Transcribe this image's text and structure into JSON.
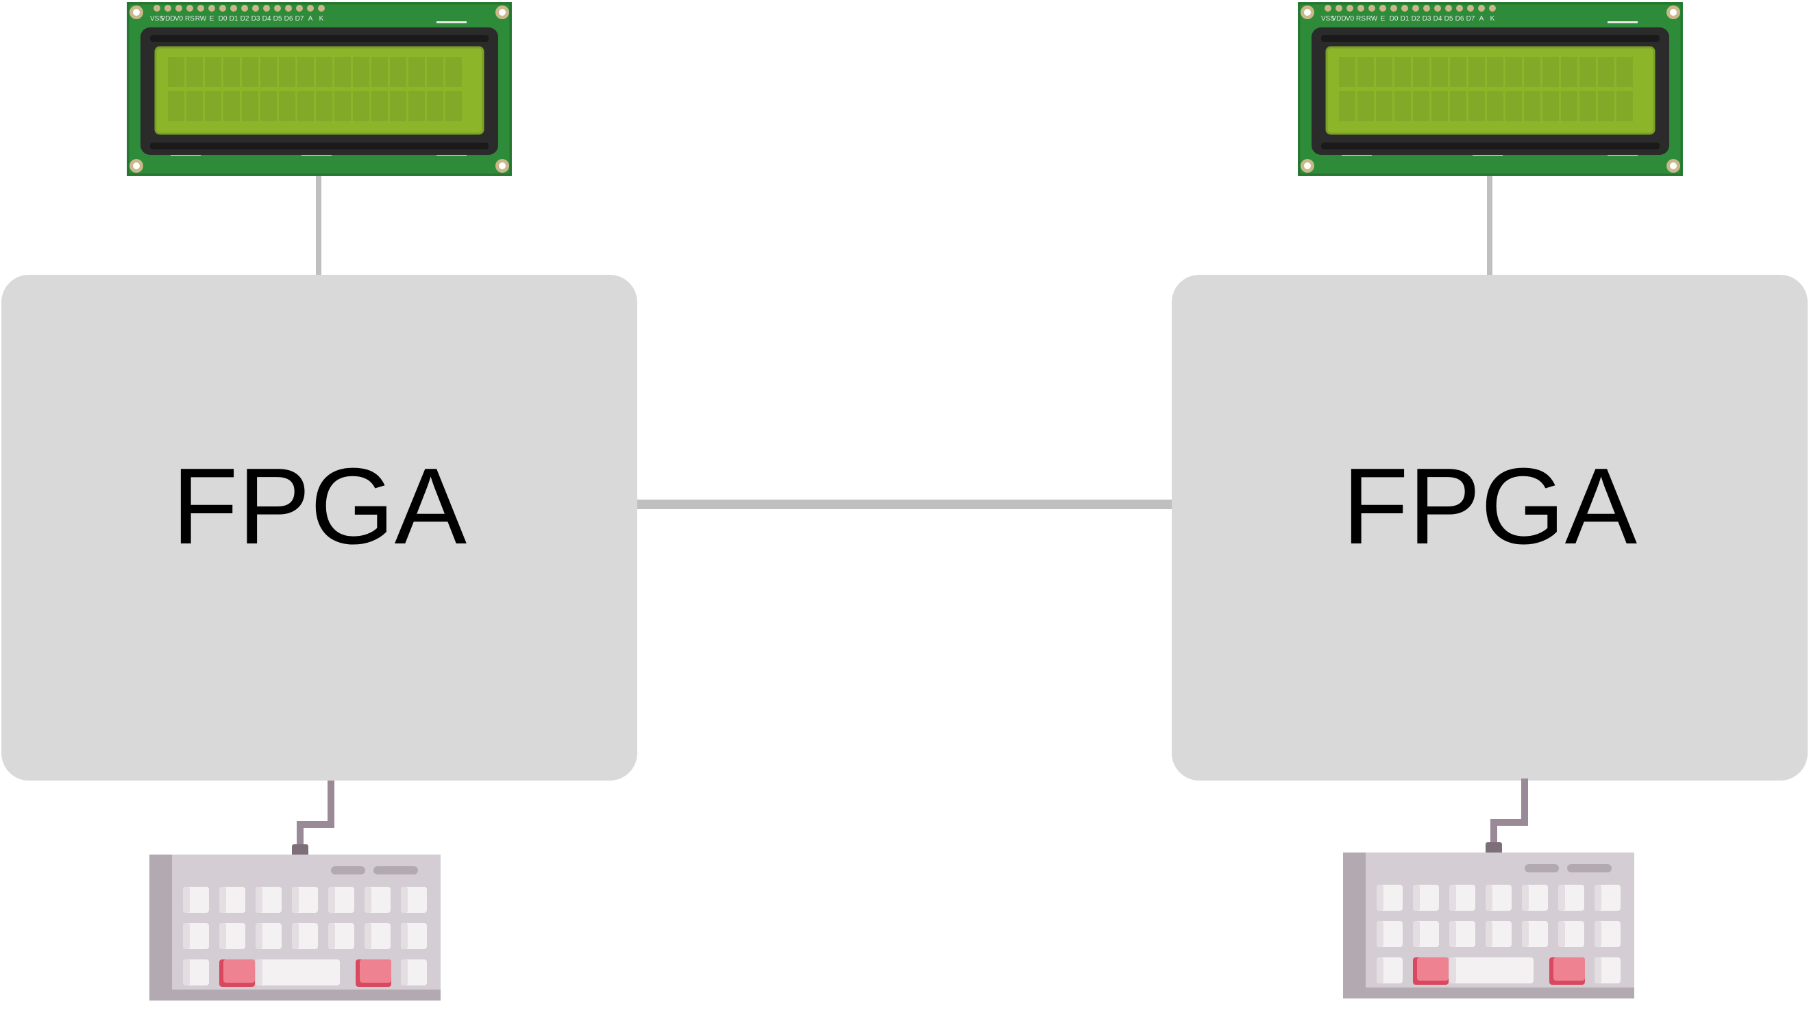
{
  "diagram": {
    "colors": {
      "background": "#ffffff",
      "fpga_fill": "#d9d9d9",
      "fpga_text": "#000000",
      "connector": "#bfbfbf",
      "pcb_green": "#2e8b3a",
      "lcd_bezel": "#2b2b2b",
      "lcd_screen": "#8db52a",
      "keyboard_body": "#d4cdd3",
      "keyboard_side": "#b3a9b1",
      "key_white": "#f4f1f3",
      "key_red": "#e8707c",
      "cable": "#9a8a97"
    },
    "units": [
      {
        "fpga": {
          "label": "FPGA"
        },
        "lcd": {
          "pins": [
            "VSS",
            "VDD",
            "V0",
            "RS",
            "RW",
            "E",
            "D0",
            "D1",
            "D2",
            "D3",
            "D4",
            "D5",
            "D6",
            "D7",
            "A",
            "K"
          ]
        },
        "keyboard": {
          "icon": "keyboard-icon"
        }
      },
      {
        "fpga": {
          "label": "FPGA"
        },
        "lcd": {
          "pins": [
            "VSS",
            "VDD",
            "V0",
            "RS",
            "RW",
            "E",
            "D0",
            "D1",
            "D2",
            "D3",
            "D4",
            "D5",
            "D6",
            "D7",
            "A",
            "K"
          ]
        },
        "keyboard": {
          "icon": "keyboard-icon"
        }
      }
    ]
  }
}
